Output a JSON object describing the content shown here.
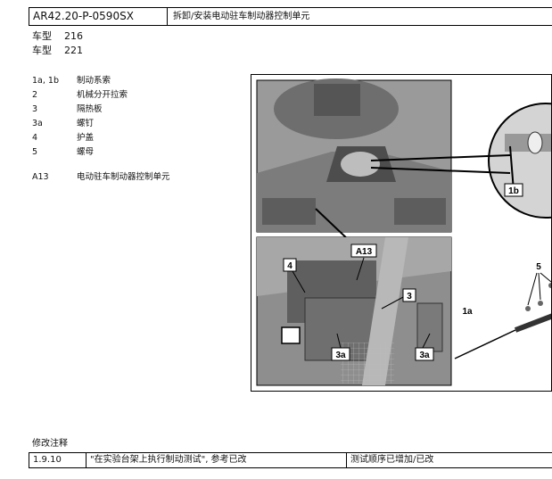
{
  "header": {
    "code": "AR42.20-P-0590SX",
    "title": "拆卸/安装电动驻车制动器控制单元"
  },
  "models": [
    {
      "label": "车型",
      "value": "216"
    },
    {
      "label": "车型",
      "value": "221"
    }
  ],
  "legend": [
    {
      "key": "1a, 1b",
      "text": "制动系索"
    },
    {
      "key": "2",
      "text": "机械分开拉索"
    },
    {
      "key": "3",
      "text": "隔热板"
    },
    {
      "key": "3a",
      "text": "螺钉"
    },
    {
      "key": "4",
      "text": "护盖"
    },
    {
      "key": "5",
      "text": "螺母"
    },
    {
      "key": "A13",
      "text": "电动驻车制动器控制单元"
    }
  ],
  "figure": {
    "labels": {
      "a13": "A13",
      "l4": "4",
      "l3": "3",
      "l3a_left": "3a",
      "l3a_right": "3a",
      "l1a": "1a",
      "l1b": "1b",
      "l5": "5"
    }
  },
  "notes": {
    "title": "修改注释",
    "row": {
      "version": "1.9.10",
      "change": "\"在实验台架上执行制动测试\", 参考已改",
      "desc": "测试顺序已增加/已改"
    }
  }
}
